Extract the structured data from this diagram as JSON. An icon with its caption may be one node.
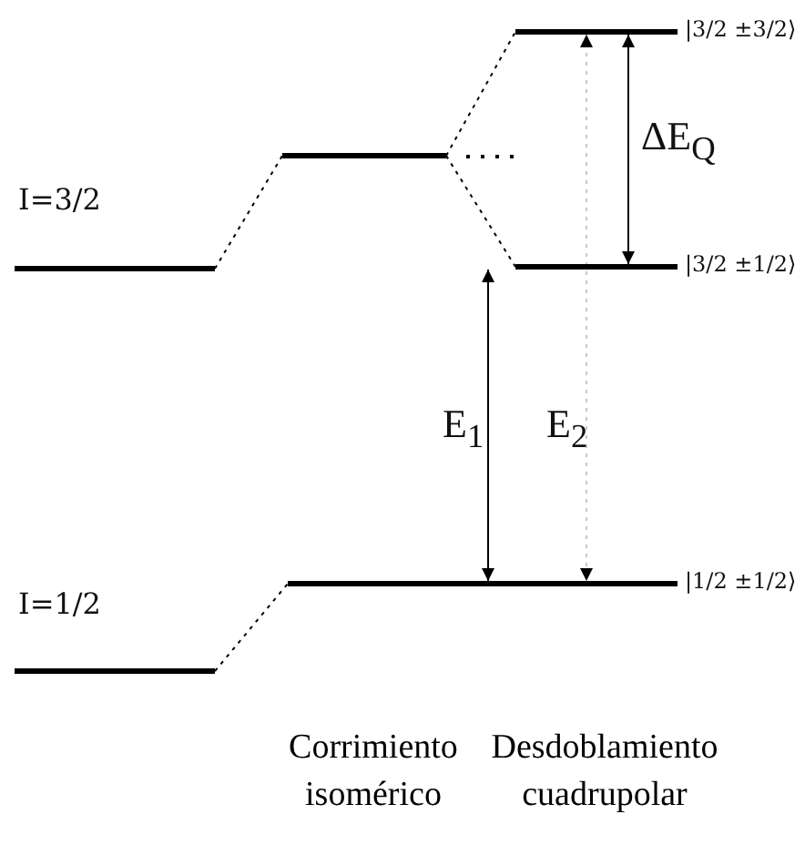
{
  "diagram": {
    "nodes": [
      {
        "text": [],
        "shape": "bar",
        "beside": [
          "I=3/2"
        ]
      },
      {
        "text": [],
        "shape": "bar"
      },
      {
        "text": [],
        "shape": "bar",
        "beside": [
          "|3/2 ±3/2⟩"
        ]
      },
      {
        "text": [],
        "shape": "bar",
        "beside": [
          "|3/2 ±1/2⟩"
        ]
      },
      {
        "text": [],
        "shape": "bar",
        "beside": [
          "I=1/2"
        ]
      },
      {
        "text": [],
        "shape": "bar",
        "beside": [
          "|1/2 ±1/2⟩"
        ]
      }
    ],
    "edges": [
      {
        "from": 0,
        "to": 1,
        "arrow": "none",
        "style": "dashed"
      },
      {
        "from": 1,
        "to": 2,
        "arrow": "none",
        "style": "dashed"
      },
      {
        "from": 1,
        "to": 3,
        "arrow": "none",
        "style": "dashed"
      },
      {
        "from": 4,
        "to": 5,
        "arrow": "none",
        "style": "dashed"
      },
      {
        "from": 2,
        "to": 3,
        "arrow": "both",
        "label": "ΔE$_{Q}$"
      },
      {
        "from": 3,
        "to": 5,
        "arrow": "both",
        "label": "E$_{1}$"
      },
      {
        "from": 2,
        "to": 5,
        "arrow": "both",
        "label": "E$_{2}$",
        "style": "dashed",
        "color": "#c8c8c8"
      }
    ],
    "labels": [
      "Corrimiento isomérico",
      "Desdoblamiento cuadrupolar"
    ]
  }
}
